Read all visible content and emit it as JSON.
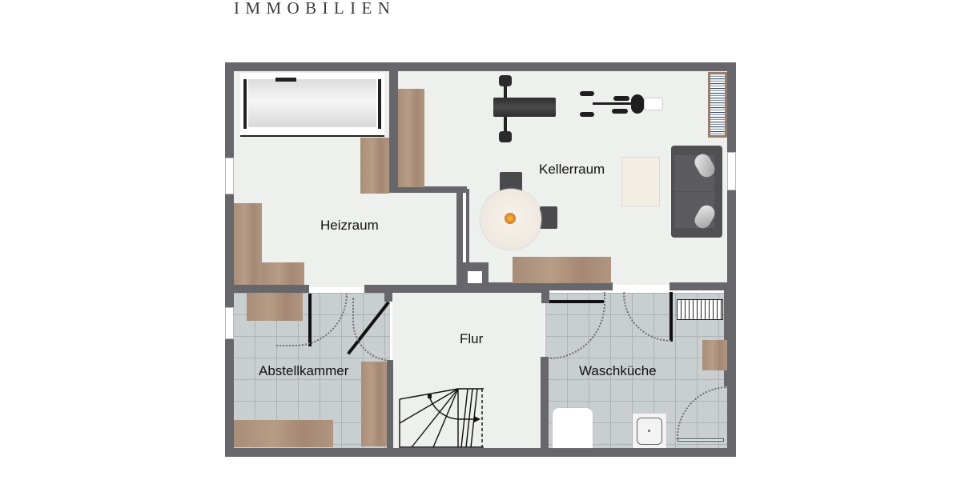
{
  "header": {
    "brand_text": "IMMOBILIEN"
  },
  "floorplan": {
    "rooms": [
      {
        "id": "heizraum",
        "label": "Heizraum"
      },
      {
        "id": "kellerraum",
        "label": "Kellerraum"
      },
      {
        "id": "abstellkammer",
        "label": "Abstellkammer"
      },
      {
        "id": "flur",
        "label": "Flur"
      },
      {
        "id": "waschkueche",
        "label": "Waschküche"
      }
    ],
    "furniture": {
      "heizraum": [
        "oil-tank",
        "shelf-top",
        "shelf-left-l"
      ],
      "kellerraum": [
        "weight-bench",
        "exercise-bike",
        "bookshelf",
        "sofa",
        "rug",
        "round-table",
        "chair",
        "chair",
        "sideboard",
        "cabinet-left"
      ],
      "abstellkammer": [
        "shelf-top",
        "shelf-bottom",
        "shelf-right"
      ],
      "flur": [
        "staircase"
      ],
      "waschkueche": [
        "washing-machine",
        "sink",
        "radiator",
        "cabinet",
        "shower-door"
      ]
    },
    "colors": {
      "wall": "#67676b",
      "floor": "#eef0ed",
      "tile": "#c9ced1",
      "wood": "#ab907b",
      "sofa": "#505052"
    }
  }
}
